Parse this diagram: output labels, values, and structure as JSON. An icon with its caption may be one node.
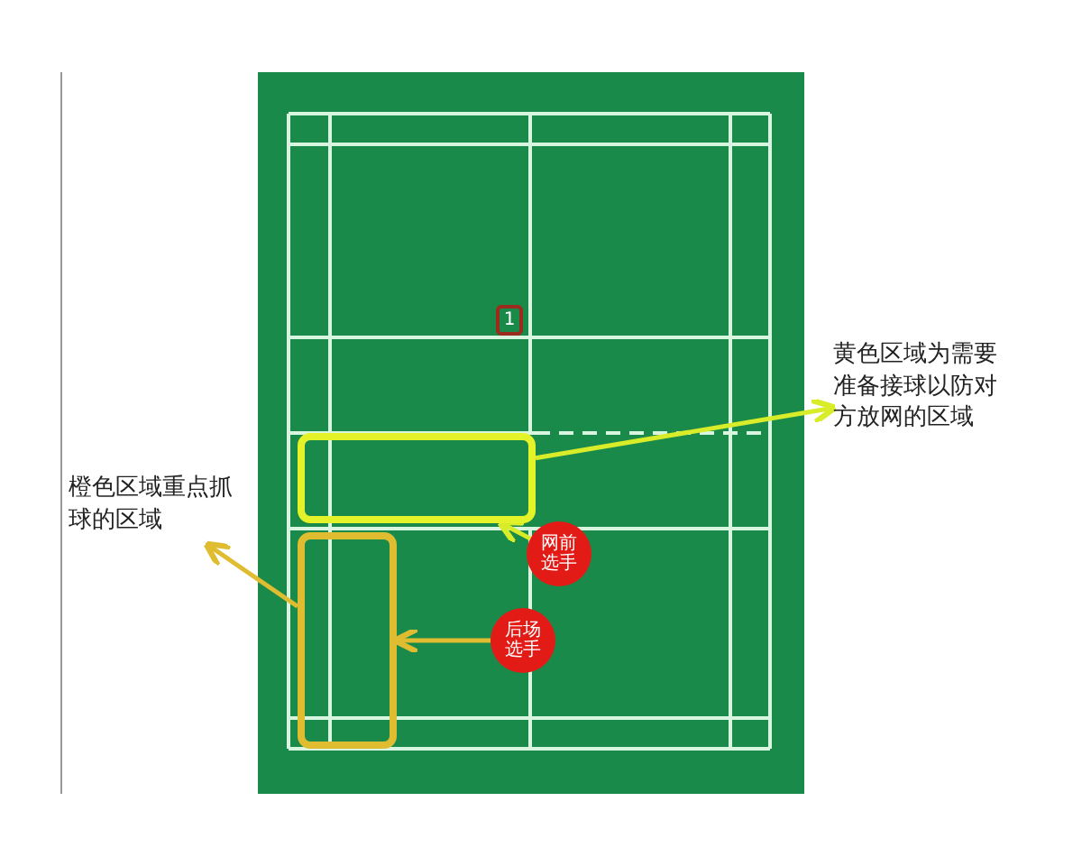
{
  "diagram": {
    "nodes": [
      {
        "text": [],
        "shape": "box"
      },
      {
        "text": [],
        "shape": "box"
      },
      {
        "text": [
          "网前选手"
        ]
      },
      {
        "text": [
          "后场选手"
        ]
      },
      {
        "text": [
          "黄色区域为需要准备接球以防对方放网的区域"
        ]
      },
      {
        "text": [
          "橙色区域重点抓球的区域"
        ]
      },
      {
        "text": [
          "1"
        ]
      }
    ],
    "edges": [
      {
        "from": 2,
        "to": 0,
        "arrow": "to",
        "color": "#d8ec2a"
      },
      {
        "from": 0,
        "to": 4,
        "arrow": "to",
        "color": "#d8ec2a"
      },
      {
        "from": 3,
        "to": 1,
        "arrow": "to",
        "color": "#e0bc30"
      },
      {
        "from": 1,
        "to": 5,
        "arrow": "to",
        "color": "#e0bc30"
      }
    ]
  }
}
